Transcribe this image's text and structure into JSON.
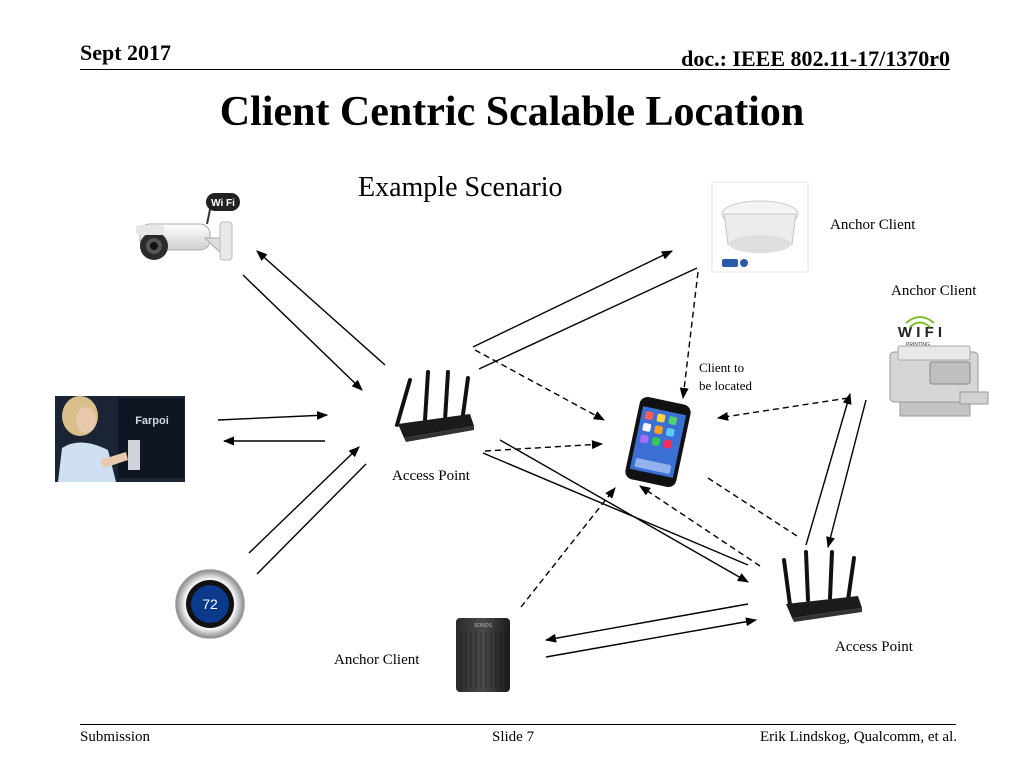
{
  "header": {
    "date": "Sept 2017",
    "doc": "doc.: IEEE 802.11-17/1370r0"
  },
  "title": "Client Centric Scalable Location",
  "subtitle": "Example Scenario",
  "labels": {
    "anchor_client_smoke": "Anchor Client",
    "anchor_client_printer": "Anchor Client",
    "client_line1": "Client to",
    "client_line2": "be located",
    "access_point_1": "Access Point",
    "access_point_2": "Access Point",
    "anchor_client_speaker": "Anchor Client"
  },
  "device_text": {
    "wifi_badge": "Wi Fi",
    "wifi_printing": "W I F I",
    "printing": "PRINTING",
    "thermostat": "72",
    "speaker_brand": "SONOS",
    "kiosk_sign": "Farpoi"
  },
  "footer": {
    "left": "Submission",
    "center": "Slide 7",
    "right": "Erik Lindskog, Qualcomm, et al."
  }
}
